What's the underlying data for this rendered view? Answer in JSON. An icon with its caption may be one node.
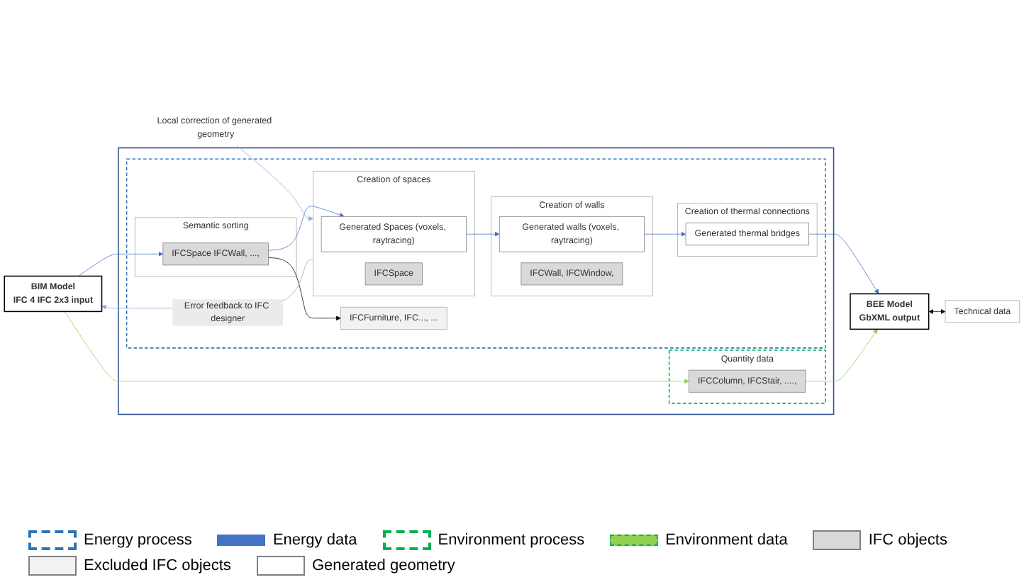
{
  "diagram": {
    "nodes": [
      {
        "text": [
          "BIM Model",
          "IFC 4 IFC 2x3 input"
        ]
      },
      {
        "text": [],
        "shape": "box"
      },
      {
        "text": [],
        "shape": "box",
        "in": 1
      },
      {
        "text": [
          "Semantic sorting"
        ],
        "in": 2
      },
      {
        "text": [
          "IFCSpace IFCWall, ...,"
        ],
        "in": 3
      },
      {
        "text": [
          "IFCFurniture, IFC...,  ..."
        ],
        "in": 2
      },
      {
        "text": [
          "Creation of spaces"
        ],
        "in": 2
      },
      {
        "text": [
          "Generated Spaces (voxels, raytracing)"
        ],
        "in": 6
      },
      {
        "text": [
          "IFCSpace"
        ],
        "in": 6
      },
      {
        "text": [
          "Creation of walls"
        ],
        "in": 2
      },
      {
        "text": [
          "Generated walls (voxels, raytracing)"
        ],
        "in": 9
      },
      {
        "text": [
          "IFCWall, IFCWindow,"
        ],
        "in": 9
      },
      {
        "text": [
          "Creation of thermal connections"
        ],
        "in": 2
      },
      {
        "text": [
          "Generated thermal bridges"
        ],
        "in": 12
      },
      {
        "text": [
          "Quantity data"
        ],
        "in": 1
      },
      {
        "text": [
          "IFCColumn, IFCStair, ....,"
        ],
        "in": 14
      },
      {
        "text": [
          "BEE Model",
          "GbXML output"
        ]
      },
      {
        "text": [
          "Technical data"
        ]
      },
      {
        "text": [
          "Local correction of generated geometry"
        ]
      }
    ],
    "edges": [
      {
        "from": 0,
        "to": 4,
        "arrow": "to",
        "color": "#4472c4"
      },
      {
        "from": 4,
        "to": 5,
        "arrow": "to",
        "color": "#000000"
      },
      {
        "from": 4,
        "to": 7,
        "arrow": "to",
        "color": "#4472c4"
      },
      {
        "from": 7,
        "to": 10,
        "arrow": "to",
        "color": "#4472c4"
      },
      {
        "from": 10,
        "to": 13,
        "arrow": "to",
        "color": "#4472c4"
      },
      {
        "from": 13,
        "to": 16,
        "arrow": "to",
        "color": "#4472c4"
      },
      {
        "from": 0,
        "to": 15,
        "arrow": "to",
        "color": "#92d050"
      },
      {
        "from": 15,
        "to": 16,
        "arrow": "to",
        "color": "#92d050"
      },
      {
        "from": 16,
        "to": 17,
        "arrow": "both",
        "color": "#000000"
      },
      {
        "from": 6,
        "to": 0,
        "arrow": "to",
        "label": "Error feedback to IFC designer",
        "color": "#8eaadb"
      },
      {
        "from": 18,
        "to": 6,
        "arrow": "to",
        "color": "#8eaadb"
      }
    ],
    "legend": [
      {
        "text": "Energy process"
      },
      {
        "text": "Energy data"
      },
      {
        "text": "Environment process"
      },
      {
        "text": "Environment data"
      },
      {
        "text": "IFC objects",
        "color": "#d9d9d9"
      },
      {
        "text": "Excluded IFC objects",
        "color": "#f2f2f2"
      },
      {
        "text": "Generated geometry",
        "color": "#ffffff"
      }
    ]
  }
}
